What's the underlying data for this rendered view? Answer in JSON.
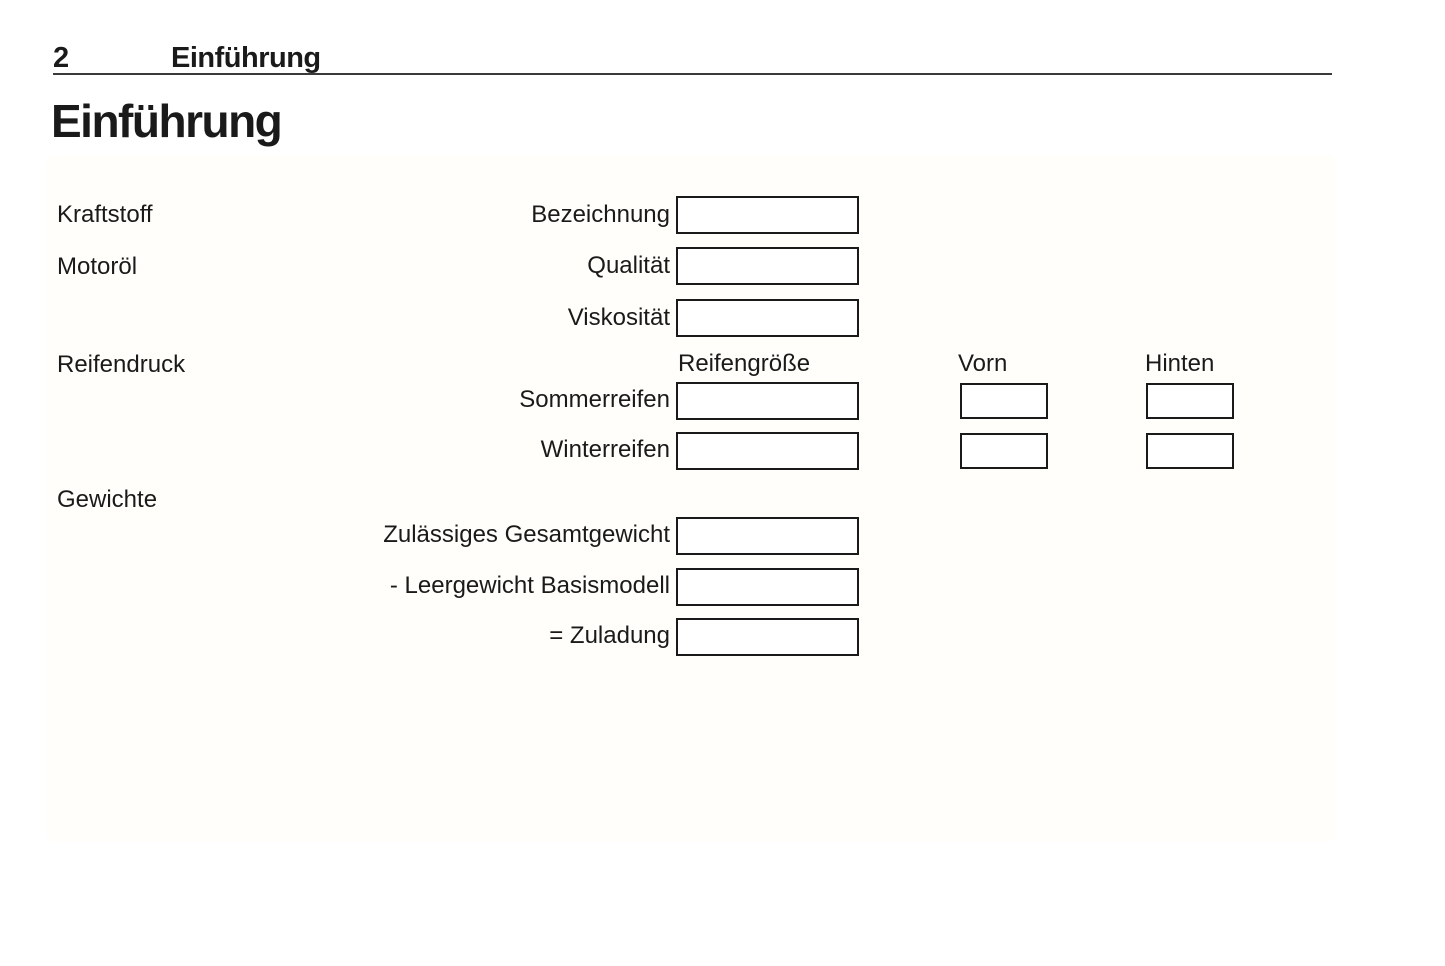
{
  "header": {
    "page_number": "2",
    "chapter_title": "Einführung"
  },
  "title": "Einführung",
  "form": {
    "section_labels": [
      "Kraftstoff",
      "Motoröl",
      "Reifendruck",
      "Gewichte"
    ],
    "fluid_rows": [
      {
        "label": "Bezeichnung",
        "value": ""
      },
      {
        "label": "Qualität",
        "value": ""
      },
      {
        "label": "Viskosität",
        "value": ""
      }
    ],
    "tyre_table": {
      "columns": [
        "Reifengröße",
        "Vorn",
        "Hinten"
      ],
      "rows": [
        {
          "label": "Sommerreifen",
          "reifengroesse": "",
          "vorn": "",
          "hinten": ""
        },
        {
          "label": "Winterreifen",
          "reifengroesse": "",
          "vorn": "",
          "hinten": ""
        }
      ]
    },
    "weight_rows": [
      {
        "label": "Zulässiges Gesamtgewicht",
        "value": ""
      },
      {
        "label": "- Leergewicht Basismodell",
        "value": ""
      },
      {
        "label": "= Zuladung",
        "value": ""
      }
    ]
  },
  "colors": {
    "text": "#1a1a1a",
    "box_border": "#1a1a1a",
    "panel_bg": "#fffefa",
    "header_rule": "#3a3a3a"
  }
}
